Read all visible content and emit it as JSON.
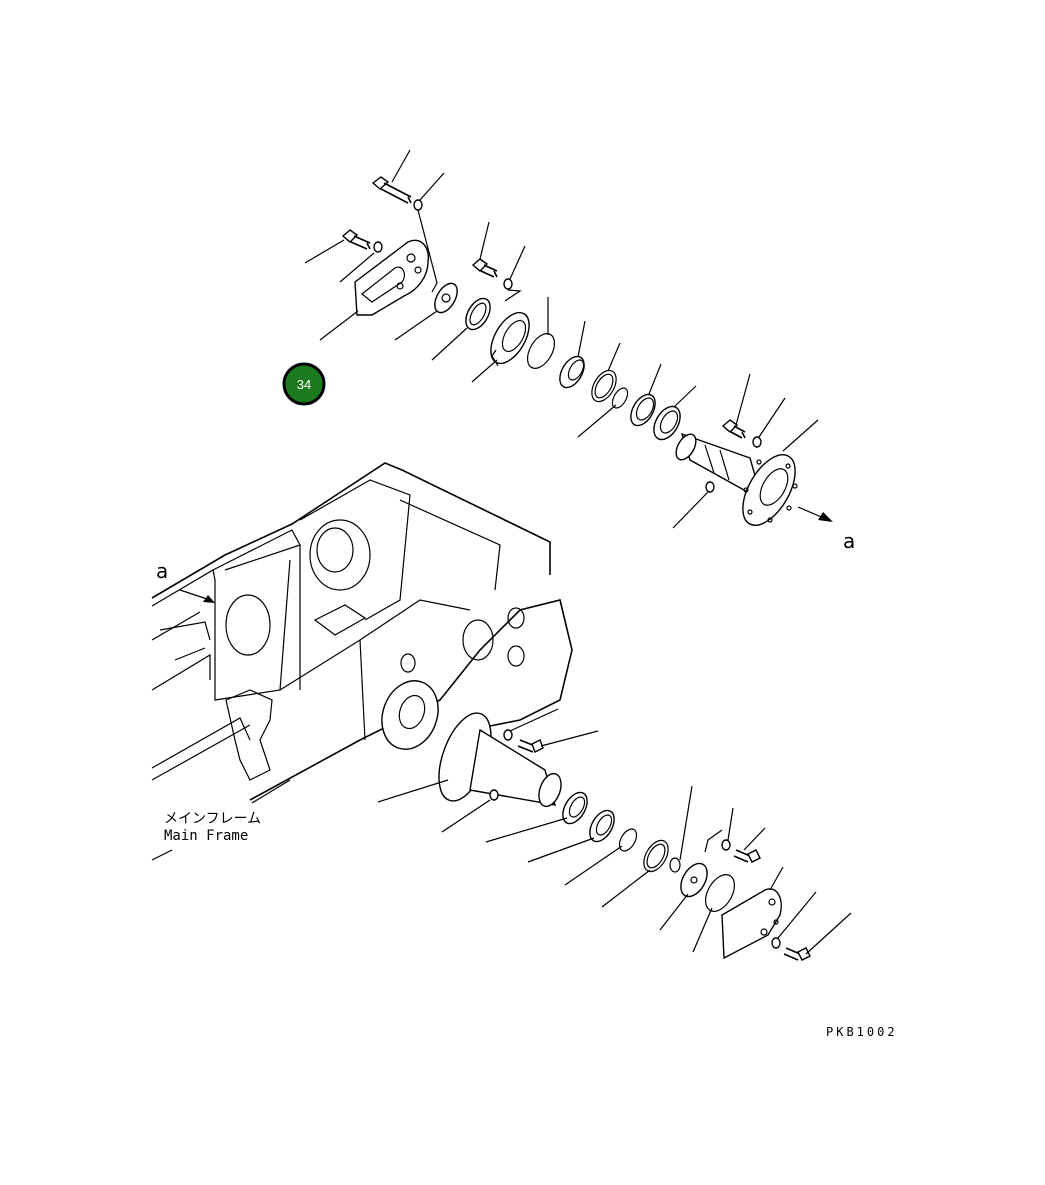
{
  "callout": {
    "number": "34",
    "color": "#1e7a1e",
    "ring_color": "#000000"
  },
  "labels": {
    "letter_left": "a",
    "letter_right": "a",
    "frame_jp": "メインフレーム",
    "frame_en": "Main Frame",
    "drawing_code": "PKB1002"
  }
}
